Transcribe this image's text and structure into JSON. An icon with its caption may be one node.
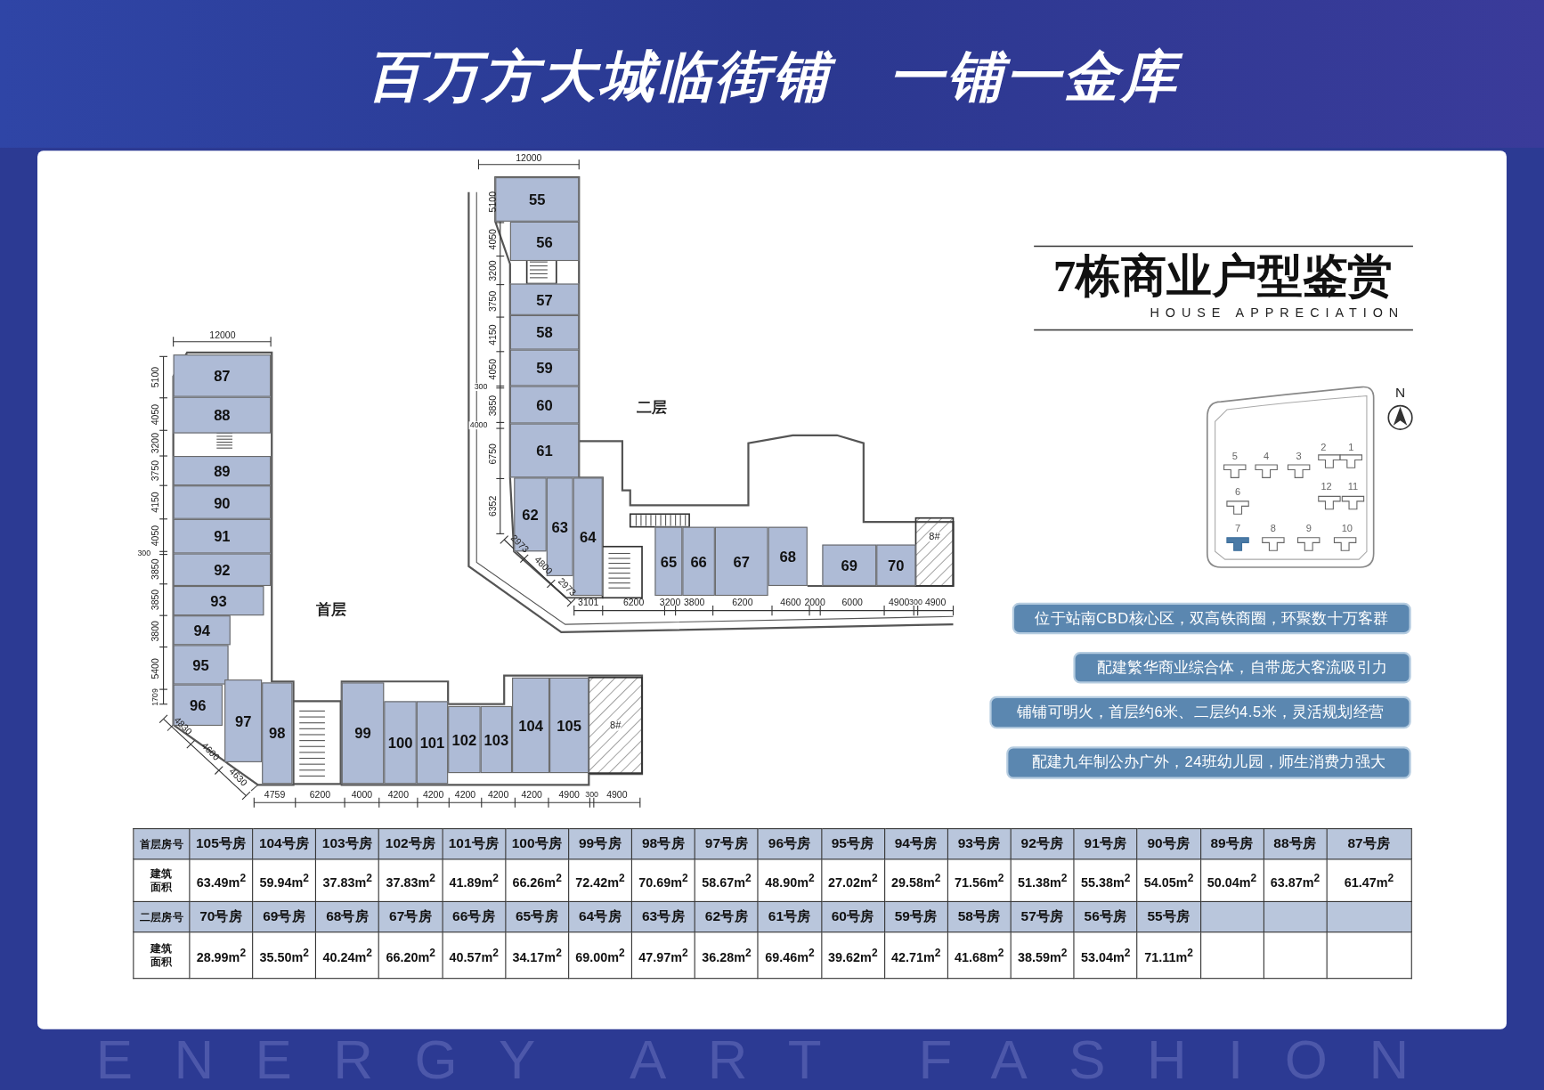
{
  "diagram": {
    "title": "百万方大城临街铺 一铺一金库",
    "nodes": [
      {
        "text": [
          "87"
        ]
      },
      {
        "text": [
          "88"
        ]
      },
      {
        "text": [
          "89"
        ]
      },
      {
        "text": [
          "90"
        ]
      },
      {
        "text": [
          "91"
        ]
      },
      {
        "text": [
          "92"
        ]
      },
      {
        "text": [
          "93"
        ]
      },
      {
        "text": [
          "94"
        ]
      },
      {
        "text": [
          "95"
        ]
      },
      {
        "text": [
          "96"
        ]
      },
      {
        "text": [
          "97"
        ]
      },
      {
        "text": [
          "98"
        ]
      },
      {
        "text": [
          "99"
        ]
      },
      {
        "text": [
          "100"
        ]
      },
      {
        "text": [
          "101"
        ]
      },
      {
        "text": [
          "102"
        ]
      },
      {
        "text": [
          "103"
        ]
      },
      {
        "text": [
          "104"
        ]
      },
      {
        "text": [
          "105"
        ]
      },
      {
        "text": [
          "55"
        ]
      },
      {
        "text": [
          "56"
        ]
      },
      {
        "text": [
          "57"
        ]
      },
      {
        "text": [
          "58"
        ]
      },
      {
        "text": [
          "59"
        ]
      },
      {
        "text": [
          "60"
        ]
      },
      {
        "text": [
          "61"
        ]
      },
      {
        "text": [
          "62"
        ]
      },
      {
        "text": [
          "63"
        ]
      },
      {
        "text": [
          "64"
        ]
      },
      {
        "text": [
          "65"
        ]
      },
      {
        "text": [
          "66"
        ]
      },
      {
        "text": [
          "67"
        ]
      },
      {
        "text": [
          "68"
        ]
      },
      {
        "text": [
          "69"
        ]
      },
      {
        "text": [
          "70"
        ]
      },
      {
        "text": [
          "位于站南CBD核心区，双高铁商圈，环聚数十万客群"
        ]
      },
      {
        "text": [
          "配建繁华商业综合体，自带庞大客流吸引力"
        ]
      },
      {
        "text": [
          "铺铺可明火，首层约6米、二层约4.5米，灵活规划经营"
        ]
      },
      {
        "text": [
          "配建九年制公办广外，24班幼儿园，师生消费力强大"
        ]
      }
    ],
    "labels": [
      "7栋商业户型鉴赏",
      "HOUSE APPRECIATION",
      "二层",
      "首层",
      "N",
      "5",
      "4",
      "3",
      "2",
      "1",
      "6",
      "12",
      "11",
      "7",
      "8",
      "9",
      "10",
      "12000",
      "5100",
      "4050",
      "3200",
      "3750",
      "4150",
      "4050",
      "300",
      "3850",
      "4000",
      "6750",
      "6352",
      "2973",
      "4800",
      "2973",
      "3101",
      "6200",
      "3200",
      "3800",
      "6200",
      "4600",
      "2000",
      "6000",
      "4900",
      "300",
      "4900",
      "12000",
      "5100",
      "4050",
      "3200",
      "3750",
      "4150",
      "4050",
      "300",
      "3850",
      "3850",
      "3800",
      "5400",
      "1709",
      "4830",
      "4600",
      "4630",
      "4759",
      "6200",
      "4000",
      "4200",
      "4200",
      "4200",
      "4200",
      "4200",
      "4900",
      "300",
      "4900",
      "8#",
      "8#",
      "首层房号",
      "105号房",
      "104号房",
      "103号房",
      "102号房",
      "101号房",
      "100号房",
      "99号房",
      "98号房",
      "97号房",
      "96号房",
      "95号房",
      "94号房",
      "93号房",
      "92号房",
      "91号房",
      "90号房",
      "89号房",
      "88号房",
      "87号房",
      "建筑面积",
      "63.49m$^{2}$",
      "59.94m$^{2}$",
      "37.83m$^{2}$",
      "37.83m$^{2}$",
      "41.89m$^{2}$",
      "66.26m$^{2}$",
      "72.42m$^{2}$",
      "70.69m$^{2}$",
      "58.67m$^{2}$",
      "48.90m$^{2}$",
      "27.02m$^{2}$",
      "29.58m$^{2}$",
      "71.56m$^{2}$",
      "51.38m$^{2}$",
      "55.38m$^{2}$",
      "54.05m$^{2}$",
      "50.04m$^{2}$",
      "63.87m$^{2}$",
      "61.47m$^{2}$",
      "二层房号",
      "70号房",
      "69号房",
      "68号房",
      "67号房",
      "66号房",
      "65号房",
      "64号房",
      "63号房",
      "62号房",
      "61号房",
      "60号房",
      "59号房",
      "58号房",
      "57号房",
      "56号房",
      "55号房",
      "建筑面积",
      "28.99m$^{2}$",
      "35.50m$^{2}$",
      "40.24m$^{2}$",
      "66.20m$^{2}$",
      "40.57m$^{2}$",
      "34.17m$^{2}$",
      "69.00m$^{2}$",
      "47.97m$^{2}$",
      "36.28m$^{2}$",
      "69.46m$^{2}$",
      "39.62m$^{2}$",
      "42.71m$^{2}$",
      "41.68m$^{2}$",
      "38.59m$^{2}$",
      "53.04m$^{2}$",
      "71.11m$^{2}$",
      "ENERGY ART FASHION"
    ]
  }
}
